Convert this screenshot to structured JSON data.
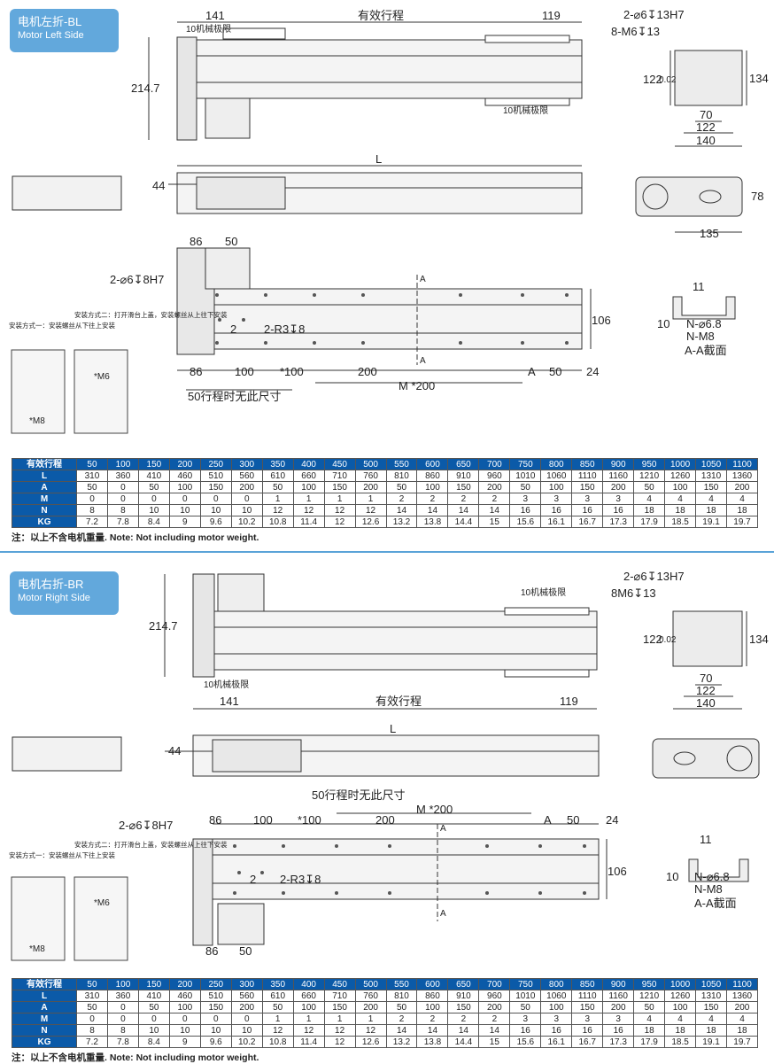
{
  "section_bl": {
    "title_cn": "电机左折-BL",
    "title_en": "Motor Left Side",
    "labels": {
      "d141": "141",
      "effective_travel": "有效行程",
      "d119": "119",
      "limit_top": "10机械极限",
      "limit_bottom": "10机械极限",
      "d2147": "214.7",
      "hole_top": "2-⌀6↧13H7",
      "hole_m6": "8-M6↧13",
      "d122_002": "122",
      "tol": "0.02",
      "d134": "134",
      "d70": "70",
      "d122": "122",
      "d140": "140",
      "len_l": "L",
      "d44": "44",
      "d78": "78",
      "d135": "135",
      "d86a": "86",
      "d50a": "50",
      "hole_8h7": "2-⌀6↧8H7",
      "d2": "2",
      "r38": "2-R3↧8",
      "d106": "106",
      "d86b": "86",
      "d100": "100",
      "d100s": "*100",
      "d200": "200",
      "a_lbl": "A",
      "d50b": "50",
      "d24": "24",
      "m200": "M *200",
      "no_dim_50": "50行程时无此尺寸",
      "sec11": "11",
      "sec10": "10",
      "sec_n68": "N-⌀6.8",
      "sec_nm8": "N-M8",
      "sec_aa": "A-A截面",
      "sec_a1": "A",
      "sec_a2": "A",
      "mount1": "安装方式一：安装螺丝从下往上安装",
      "mount2": "安装方式二：打开滑台上盖，安装螺丝从上往下安装",
      "m6_lbl": "*M6",
      "m8_lbl": "*M8"
    }
  },
  "section_br": {
    "title_cn": "电机右折-BR",
    "title_en": "Motor Right Side",
    "labels": {
      "d141": "141",
      "effective_travel": "有效行程",
      "d119": "119",
      "limit_top": "10机械极限",
      "limit_bottom": "10机械极限",
      "d2147": "214.7",
      "hole_top": "2-⌀6↧13H7",
      "hole_m6": "8M6↧13",
      "d122_002": "122",
      "tol": "0.02",
      "d134": "134",
      "d70": "70",
      "d122": "122",
      "d140": "140",
      "len_l": "L",
      "d44": "44",
      "d86a": "86",
      "d50a": "50",
      "hole_8h7": "2-⌀6↧8H7",
      "d2": "2",
      "r38": "2-R3↧8",
      "d106": "106",
      "d100": "100",
      "d100s": "*100",
      "d200": "200",
      "a_lbl": "A",
      "d50b": "50",
      "d24": "24",
      "m200": "M *200",
      "no_dim_50": "50行程时无此尺寸",
      "sec11": "11",
      "sec10": "10",
      "sec_n68": "N-⌀6.8",
      "sec_nm8": "N-M8",
      "sec_aa": "A-A截面",
      "sec_a1": "A",
      "sec_a2": "A",
      "mount1": "安装方式一：安装螺丝从下往上安装",
      "mount2": "安装方式二：打开滑台上盖，安装螺丝从上往下安装",
      "m6_lbl": "*M6",
      "m8_lbl": "*M8"
    }
  },
  "spec_table": {
    "header_label": "有效行程",
    "strokes": [
      "50",
      "100",
      "150",
      "200",
      "250",
      "300",
      "350",
      "400",
      "450",
      "500",
      "550",
      "600",
      "650",
      "700",
      "750",
      "800",
      "850",
      "900",
      "950",
      "1000",
      "1050",
      "1100"
    ],
    "rows": [
      {
        "label": "L",
        "values": [
          "310",
          "360",
          "410",
          "460",
          "510",
          "560",
          "610",
          "660",
          "710",
          "760",
          "810",
          "860",
          "910",
          "960",
          "1010",
          "1060",
          "1110",
          "1160",
          "1210",
          "1260",
          "1310",
          "1360"
        ]
      },
      {
        "label": "A",
        "values": [
          "50",
          "0",
          "50",
          "100",
          "150",
          "200",
          "50",
          "100",
          "150",
          "200",
          "50",
          "100",
          "150",
          "200",
          "50",
          "100",
          "150",
          "200",
          "50",
          "100",
          "150",
          "200"
        ]
      },
      {
        "label": "M",
        "values": [
          "0",
          "0",
          "0",
          "0",
          "0",
          "0",
          "1",
          "1",
          "1",
          "1",
          "2",
          "2",
          "2",
          "2",
          "3",
          "3",
          "3",
          "3",
          "4",
          "4",
          "4",
          "4"
        ]
      },
      {
        "label": "N",
        "values": [
          "8",
          "8",
          "10",
          "10",
          "10",
          "10",
          "12",
          "12",
          "12",
          "12",
          "14",
          "14",
          "14",
          "14",
          "16",
          "16",
          "16",
          "16",
          "18",
          "18",
          "18",
          "18"
        ]
      },
      {
        "label": "KG",
        "values": [
          "7.2",
          "7.8",
          "8.4",
          "9",
          "9.6",
          "10.2",
          "10.8",
          "11.4",
          "12",
          "12.6",
          "13.2",
          "13.8",
          "14.4",
          "15",
          "15.6",
          "16.1",
          "16.7",
          "17.3",
          "17.9",
          "18.5",
          "19.1",
          "19.7"
        ]
      }
    ],
    "note": "注：以上不含电机重量. Note: Not including motor weight."
  }
}
